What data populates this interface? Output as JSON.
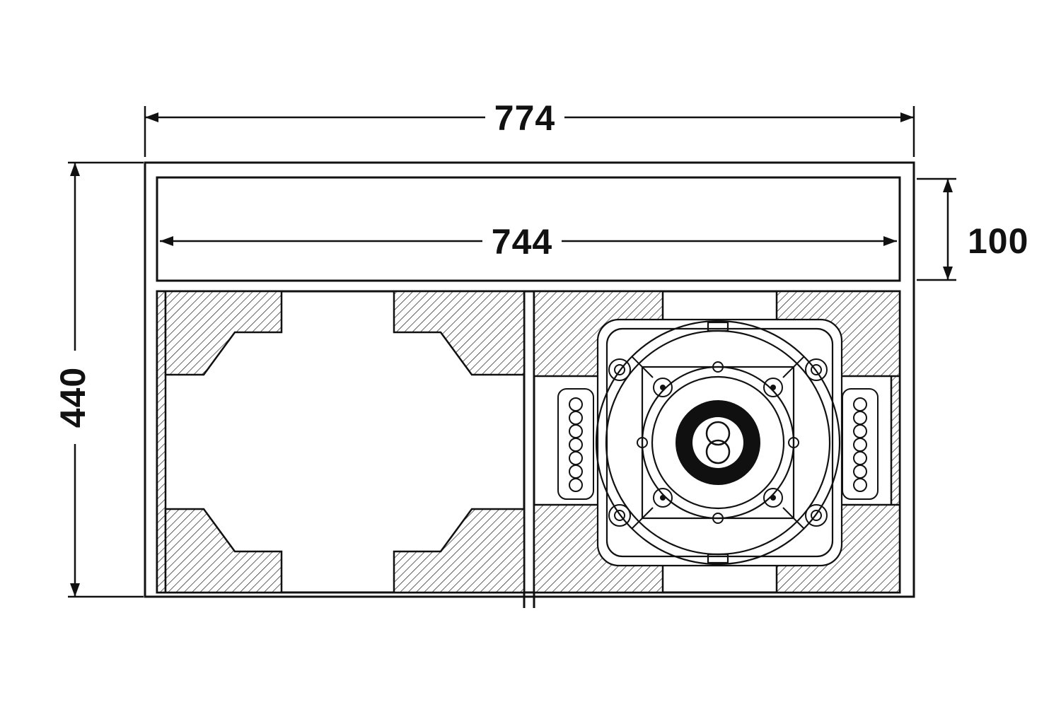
{
  "drawing": {
    "kind": "speaker-cabinet-cross-section-technical-drawing",
    "dimension_labels": {
      "overall_width": "774",
      "slot_inner_width": "744",
      "slot_height": "100",
      "overall_height": "440"
    },
    "colors": {
      "line": "#111111",
      "background": "#ffffff"
    }
  }
}
